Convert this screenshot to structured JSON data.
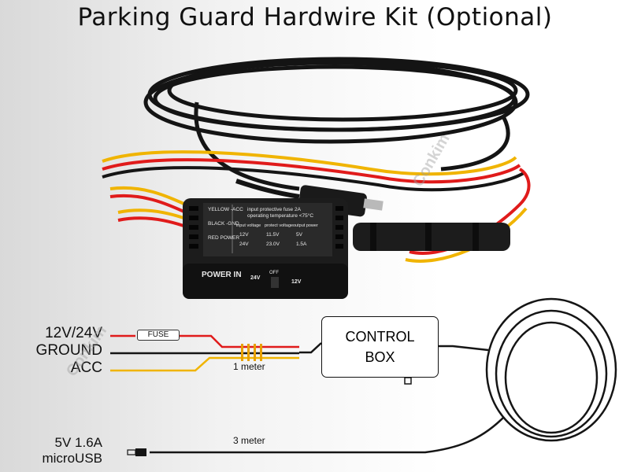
{
  "title": "Parking Guard Hardwire Kit (Optional)",
  "watermark": "Conkim",
  "module": {
    "wire_legend": [
      "YELLOW -ACC",
      "BLACK -GND",
      "RED POWER"
    ],
    "fuse_info": "input protective fuse 2A",
    "temp_info": "operating temperature <75°C",
    "col_heads": [
      "input voltage",
      "protect voltage",
      "output power"
    ],
    "row_12v": [
      "12V",
      "11.5V",
      "5V"
    ],
    "row_24v": [
      "24V",
      "23.0V",
      "1.5A"
    ],
    "power_in": "POWER IN",
    "switch_24v": "24V",
    "switch_off": "OFF",
    "switch_12v": "12V"
  },
  "diagram": {
    "power_label": "12V/24V",
    "ground_label": "GROUND",
    "acc_label": "ACC",
    "fuse_label": "FUSE",
    "length_short": "1 meter",
    "length_long": "3 meter",
    "box_line1": "CONTROL",
    "box_line2": "BOX",
    "usb_voltage": "5V 1.6A",
    "usb_type": "microUSB"
  },
  "colors": {
    "red_wire": "#e01b1b",
    "yellow_wire": "#f0b400",
    "black_wire": "#151515"
  }
}
